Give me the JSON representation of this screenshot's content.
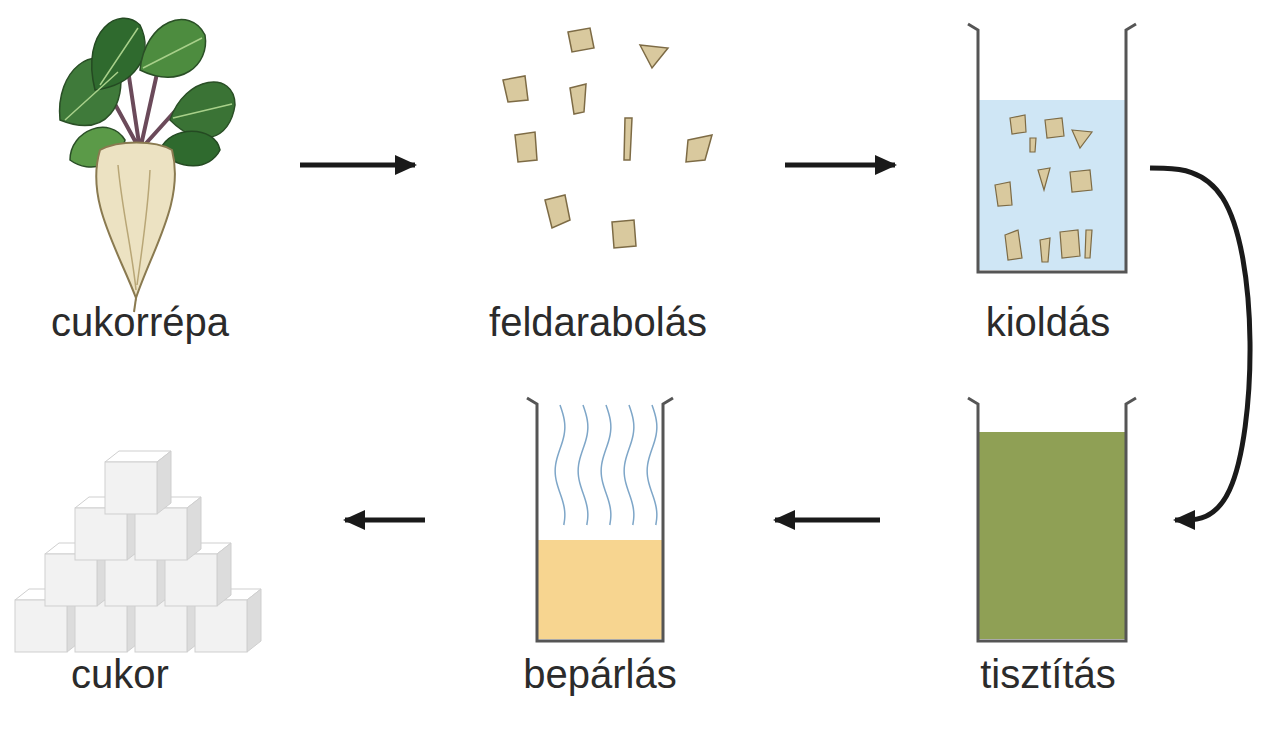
{
  "diagram": {
    "nodes": [
      {
        "text": [
          "cukorrépa"
        ]
      },
      {
        "text": [
          "feldarabolás"
        ]
      },
      {
        "text": [
          "kioldás"
        ]
      },
      {
        "text": [
          "tisztítás"
        ]
      },
      {
        "text": [
          "bepárlás"
        ]
      },
      {
        "text": [
          "cukor"
        ]
      }
    ],
    "edges": [
      {
        "from": 0,
        "to": 1,
        "arrow": "to"
      },
      {
        "from": 1,
        "to": 2,
        "arrow": "to"
      },
      {
        "from": 2,
        "to": 3,
        "arrow": "to"
      },
      {
        "from": 3,
        "to": 4,
        "arrow": "to"
      },
      {
        "from": 4,
        "to": 5,
        "arrow": "to"
      }
    ]
  }
}
